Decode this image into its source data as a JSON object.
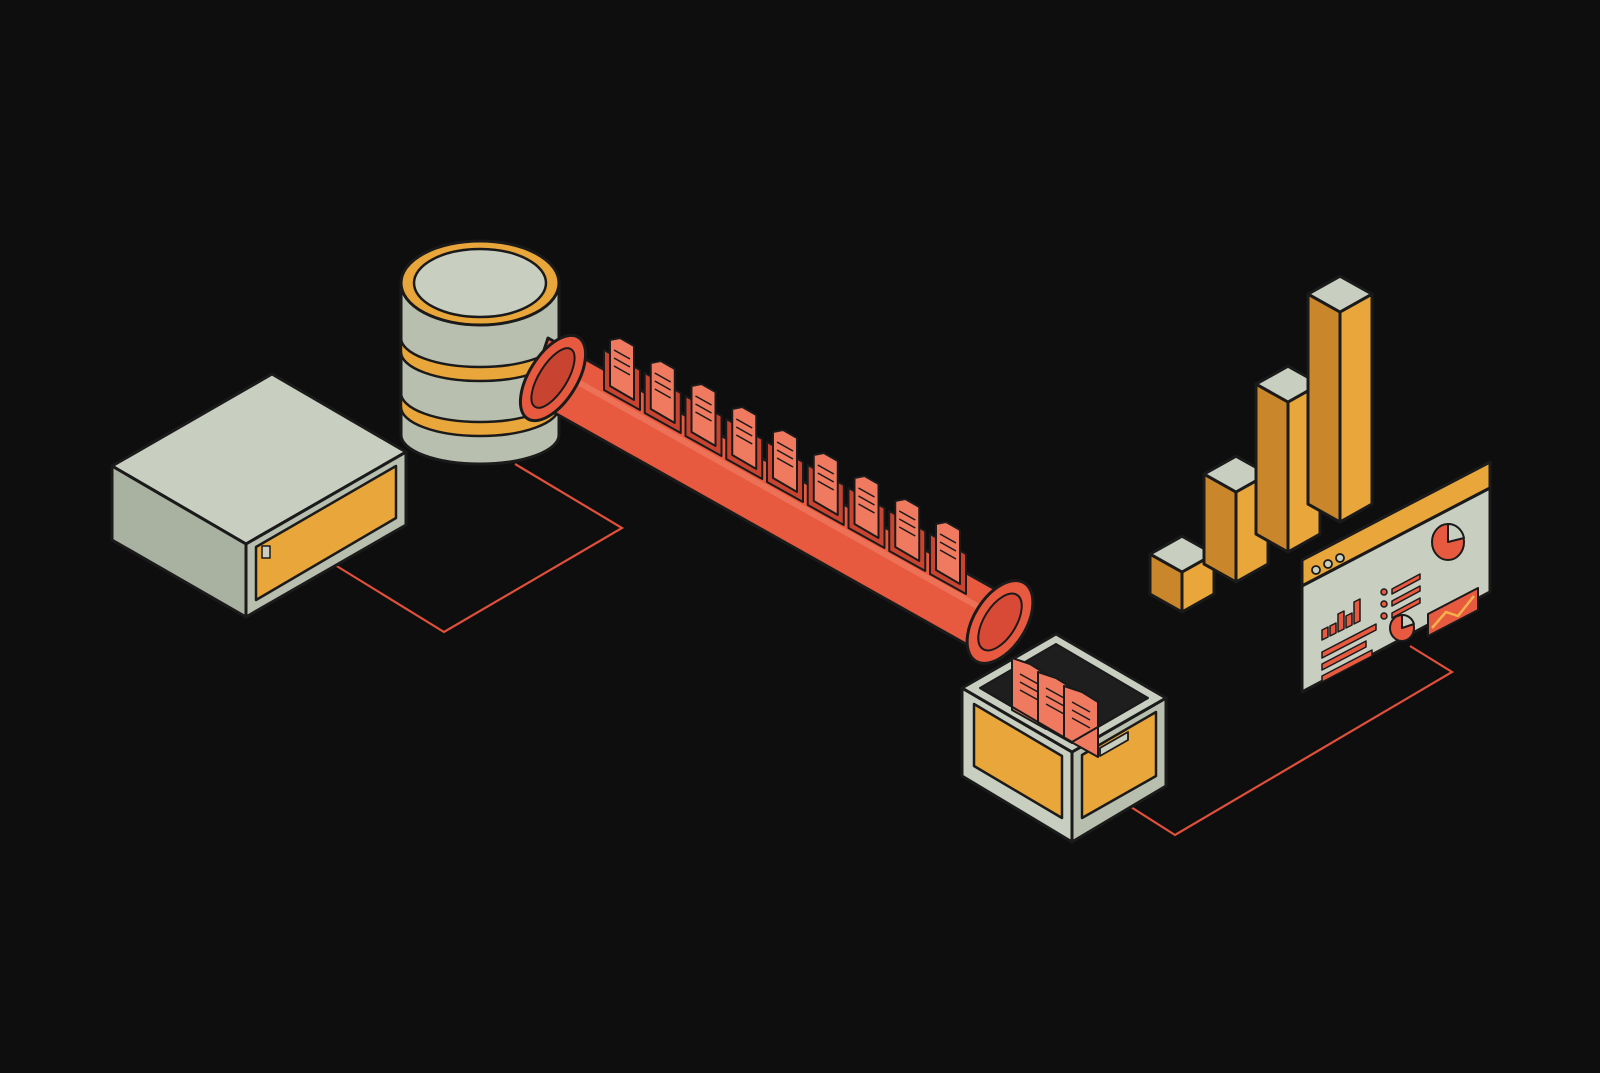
{
  "colors": {
    "background": "#0e0e0e",
    "outline": "#1a1a1a",
    "stone_top": "#c9cfc0",
    "stone_left": "#a9b1a0",
    "stone_right": "#b8bfae",
    "amber": "#e9a63a",
    "amber_dark": "#c9862a",
    "amber_light": "#f2b44a",
    "red": "#e85a40",
    "red_dark": "#c94430",
    "red_light": "#f07a60",
    "connector": "#e0503a"
  },
  "diagram": {
    "nodes": [
      {
        "id": "server",
        "icon": "server-box-icon"
      },
      {
        "id": "database",
        "icon": "database-cylinder-icon"
      },
      {
        "id": "pipeline",
        "icon": "pipe-with-documents-icon",
        "document_count": 9
      },
      {
        "id": "crate",
        "icon": "storage-crate-icon",
        "document_count": 3
      },
      {
        "id": "bars",
        "icon": "bar-columns-icon",
        "bar_count": 4
      },
      {
        "id": "dashboard",
        "icon": "dashboard-panel-icon"
      }
    ],
    "connectors": [
      {
        "from": "server",
        "to": "database"
      },
      {
        "from": "crate",
        "to": "dashboard"
      }
    ]
  }
}
